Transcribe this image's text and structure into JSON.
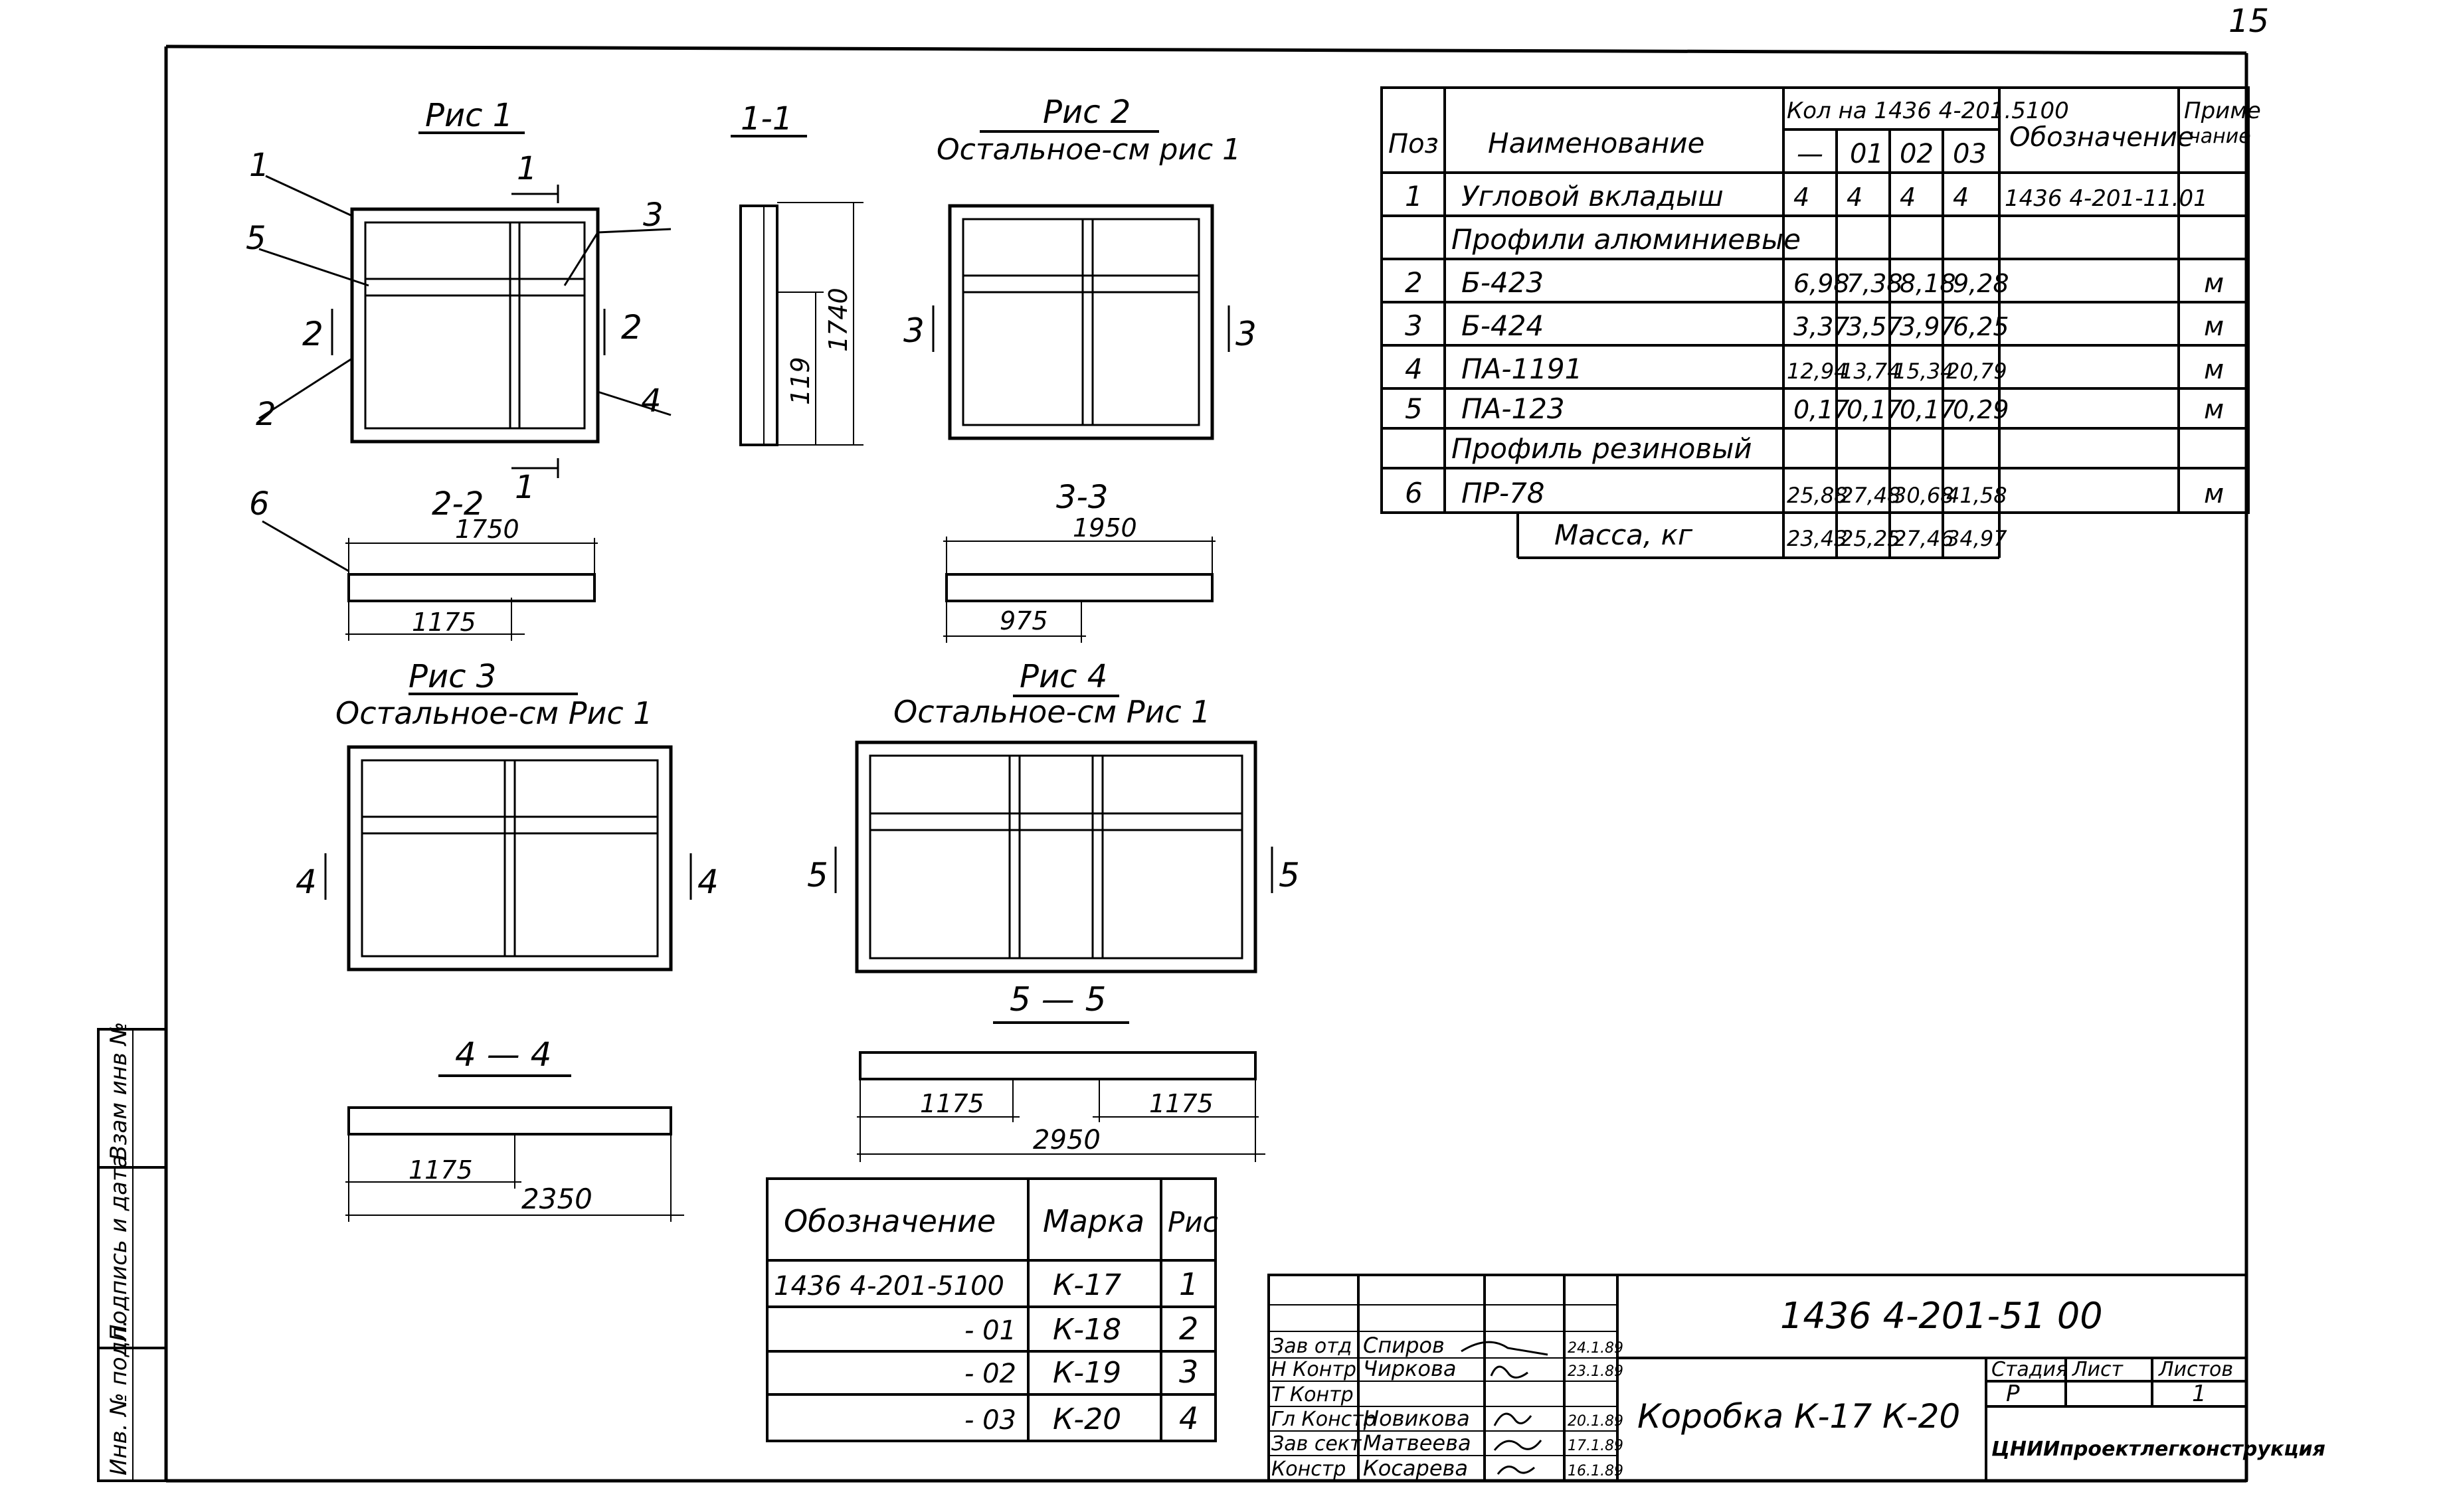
{
  "page_number": "15",
  "figures": {
    "fig1": {
      "title": "Рис 1",
      "callouts": [
        "1",
        "5",
        "3",
        "2",
        "4",
        "2",
        "2",
        "1",
        "1"
      ]
    },
    "fig2": {
      "title": "Рис 2",
      "subtitle": "Остальное-см рис 1",
      "marks": [
        "3",
        "3"
      ]
    },
    "fig3": {
      "title": "Рис 3",
      "subtitle": "Остальное-см Рис 1",
      "marks": [
        "4",
        "4"
      ]
    },
    "fig4": {
      "title": "Рис 4",
      "subtitle": "Остальное-см Рис 1",
      "marks": [
        "5",
        "5"
      ]
    }
  },
  "sections": {
    "s11": {
      "title": "1-1",
      "dim_small": "119",
      "dim_large": "1740"
    },
    "s22": {
      "title": "2-2",
      "dim_total": "1750",
      "dim_part": "1175",
      "callout": "6"
    },
    "s33": {
      "title": "3-3",
      "dim_total": "1950",
      "dim_part": "975"
    },
    "s44": {
      "title": "4 — 4",
      "dim_part": "1175",
      "dim_total": "2350"
    },
    "s55": {
      "title": "5 — 5",
      "dim_part_left": "1175",
      "dim_part_right": "1175",
      "dim_total": "2950"
    }
  },
  "spec_table": {
    "headers": {
      "pos": "Поз",
      "name": "Наименование",
      "qty": "Кол на 1436 4-201.5100",
      "qty_cols": [
        "—",
        "01",
        "02",
        "03"
      ],
      "designation": "Обозначение",
      "note_1": "Приме",
      "note_2": "чание"
    },
    "rows": [
      {
        "pos": "1",
        "name": "Угловой вкладыш",
        "q": [
          "4",
          "4",
          "4",
          "4"
        ],
        "designation": "1436 4-201-11.01",
        "note": ""
      },
      {
        "pos": "",
        "name": "Профили алюминиевые",
        "q": [
          "",
          "",
          "",
          ""
        ],
        "designation": "",
        "note": ""
      },
      {
        "pos": "2",
        "name": "Б-423",
        "q": [
          "6,98",
          "7,38",
          "8,18",
          "9,28"
        ],
        "designation": "",
        "note": "м"
      },
      {
        "pos": "3",
        "name": "Б-424",
        "q": [
          "3,37",
          "3,57",
          "3,97",
          "6,25"
        ],
        "designation": "",
        "note": "м"
      },
      {
        "pos": "4",
        "name": "ПА-1191",
        "q": [
          "12,94",
          "13,74",
          "15,34",
          "20,79"
        ],
        "designation": "",
        "note": "м"
      },
      {
        "pos": "5",
        "name": "ПА-123",
        "q": [
          "0,17",
          "0,17",
          "0,17",
          "0,29"
        ],
        "designation": "",
        "note": "м"
      },
      {
        "pos": "",
        "name": "Профиль резиновый",
        "q": [
          "",
          "",
          "",
          ""
        ],
        "designation": "",
        "note": ""
      },
      {
        "pos": "6",
        "name": "ПР-78",
        "q": [
          "25,88",
          "27,48",
          "30,68",
          "41,58"
        ],
        "designation": "",
        "note": "м"
      }
    ],
    "mass": {
      "label": "Масса, кг",
      "q": [
        "23,43",
        "25,25",
        "27,46",
        "34,97"
      ]
    }
  },
  "marks_table": {
    "headers": {
      "designation": "Обозначение",
      "mark": "Марка",
      "fig": "Рис"
    },
    "rows": [
      {
        "designation": "1436 4-201-5100",
        "mark": "К-17",
        "fig": "1"
      },
      {
        "designation": "- 01",
        "mark": "К-18",
        "fig": "2"
      },
      {
        "designation": "- 02",
        "mark": "К-19",
        "fig": "3"
      },
      {
        "designation": "- 03",
        "mark": "К-20",
        "fig": "4"
      }
    ]
  },
  "title_block": {
    "code": "1436 4-201-51 00",
    "title": "Коробка К-17  К-20",
    "stage_label": "Стадия",
    "sheet_label": "Лист",
    "sheets_label": "Листов",
    "stage": "Р",
    "sheets": "1",
    "org": "ЦНИИпроектлегконструкция",
    "signatures": [
      {
        "role": "Зав отд",
        "name": "Спиров",
        "date": "24.1.89"
      },
      {
        "role": "Н Контр",
        "name": "Чиркова",
        "date": "23.1.89"
      },
      {
        "role": "Т Контр",
        "name": "",
        "date": ""
      },
      {
        "role": "Гл Констр",
        "name": "Новикова",
        "date": "20.1.89"
      },
      {
        "role": "Зав сект",
        "name": "Матвеева",
        "date": "17.1.89"
      },
      {
        "role": "Констр",
        "name": "Косарева",
        "date": "16.1.89"
      }
    ]
  },
  "side_stamp": [
    "Инв. № подл.",
    "Подпись и дата",
    "Взам инв №"
  ]
}
